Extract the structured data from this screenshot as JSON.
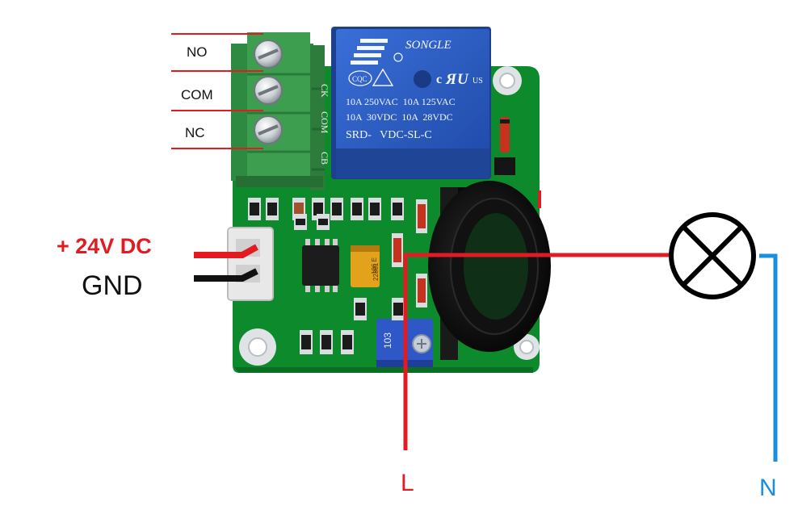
{
  "colors": {
    "wire_red": "#e21b23",
    "wire_blue": "#1a8fe0",
    "pcb_green": "#0d8a2c",
    "relay_blue": "#2c5cc0",
    "terminal_green": "#3c9e4e",
    "lamp_stroke": "#000000"
  },
  "terminals": {
    "no": "NO",
    "com": "COM",
    "nc": "NC"
  },
  "power": {
    "positive": "+ 24V DC",
    "ground": "GND"
  },
  "relay": {
    "brand": "SONGLE",
    "cert_cqc": "CQC",
    "cert_us": "US",
    "rating_line_1": "10A 250VAC  10A 125VAC",
    "rating_line_2": "10A  30VDC  10A  28VDC",
    "model": "SRD-   VDC-SL-C"
  },
  "board_silkscreen": {
    "ck": "CK",
    "com": "COM",
    "cb": "CB"
  },
  "capacitor": {
    "line_1": "106 E",
    "line_2": "22361"
  },
  "potentiometer": {
    "value": "103"
  },
  "wires": {
    "live": "L",
    "neutral": "N"
  },
  "icons": {
    "lamp": "lamp-icon",
    "screw": "screw-icon"
  }
}
